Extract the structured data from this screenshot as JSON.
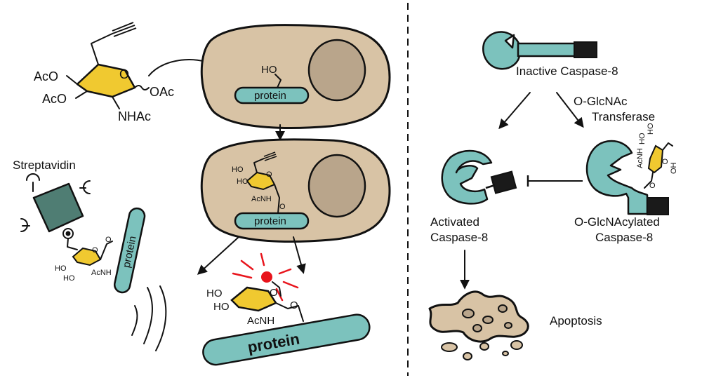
{
  "colors": {
    "cell": "#d8c3a5",
    "nucleus": "#b9a58b",
    "protein": "#7cc2bd",
    "sugar": "#f0c930",
    "streptavidin": "#4f7d73",
    "fluor_red": "#e8141c",
    "caspase": "#7cc2bd",
    "apoptotic_body": "#d8c3a5",
    "caspase_tag": "#1a1a1a"
  },
  "left": {
    "sugar_precursor": {
      "aco_top": "AcO",
      "aco_bottom": "AcO",
      "ring_o": "O",
      "oac": "OAc",
      "nhac": "NHAc"
    },
    "cell_top": {
      "ho": "HO",
      "protein_label": "protein"
    },
    "cell_bottom": {
      "ho1": "HO",
      "ho2": "HO",
      "acnh": "AcNH",
      "ring_o": "O",
      "link_o": "O",
      "protein_label": "protein"
    },
    "streptavidin": {
      "label": "Streptavidin",
      "ho1": "HO",
      "ho2": "HO",
      "acnh": "AcNH",
      "ring_o": "O",
      "link_o": "O",
      "protein_label": "protein"
    },
    "fluorescent": {
      "ho1": "HO",
      "ho2": "HO",
      "acnh": "AcNH",
      "ring_o": "O",
      "link_o": "O",
      "protein_label": "protein"
    }
  },
  "right": {
    "inactive_label": "Inactive Caspase-8",
    "transferase_line1": "O-GlcNAc",
    "transferase_line2": "Transferase",
    "activated_line1": "Activated",
    "activated_line2": "Caspase-8",
    "oglc_line1": "O-GlcNAcylated",
    "oglc_line2": "Caspase-8",
    "apoptosis_label": "Apoptosis",
    "sugar_labels": {
      "ho1": "HO",
      "ho2": "HO",
      "oh": "OH",
      "acnh": "AcNH",
      "ring_o": "O",
      "link_o": "O"
    }
  }
}
